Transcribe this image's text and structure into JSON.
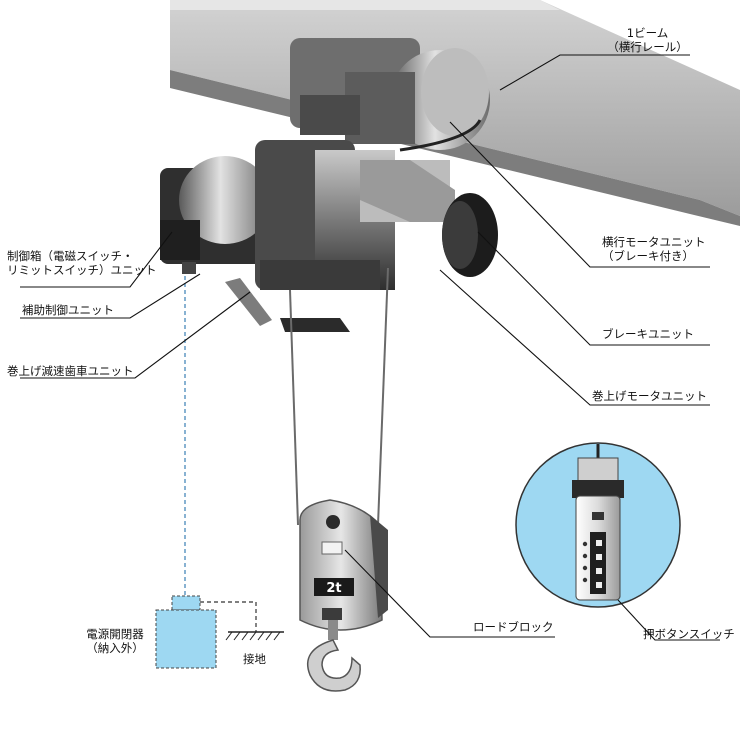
{
  "labels": {
    "beam_line1": "1ビーム",
    "beam_line2": "（横行レール）",
    "traverse_motor_line1": "横行モータユニット",
    "traverse_motor_line2": "（ブレーキ付き）",
    "brake_unit": "ブレーキユニット",
    "hoist_motor": "巻上げモータユニット",
    "control_box_line1": "制御箱（電磁スイッチ・",
    "control_box_line2": "リミットスイッチ）ユニット",
    "aux_control": "補助制御ユニット",
    "reducer": "巻上げ減速歯車ユニット",
    "load_block": "ロードブロック",
    "pushbutton": "押ボタンスイッチ",
    "disconnect_line1": "電源開閉器",
    "disconnect_line2": "（納入外）",
    "ground": "接地",
    "block_badge": "2t"
  },
  "colors": {
    "beam": "#b9b9b9",
    "machine_dark": "#3a3a3a",
    "machine_mid": "#8a8a8a",
    "machine_light": "#d6d6d6",
    "disconnect_box": "#9ed8f2",
    "leader": "#111111"
  }
}
